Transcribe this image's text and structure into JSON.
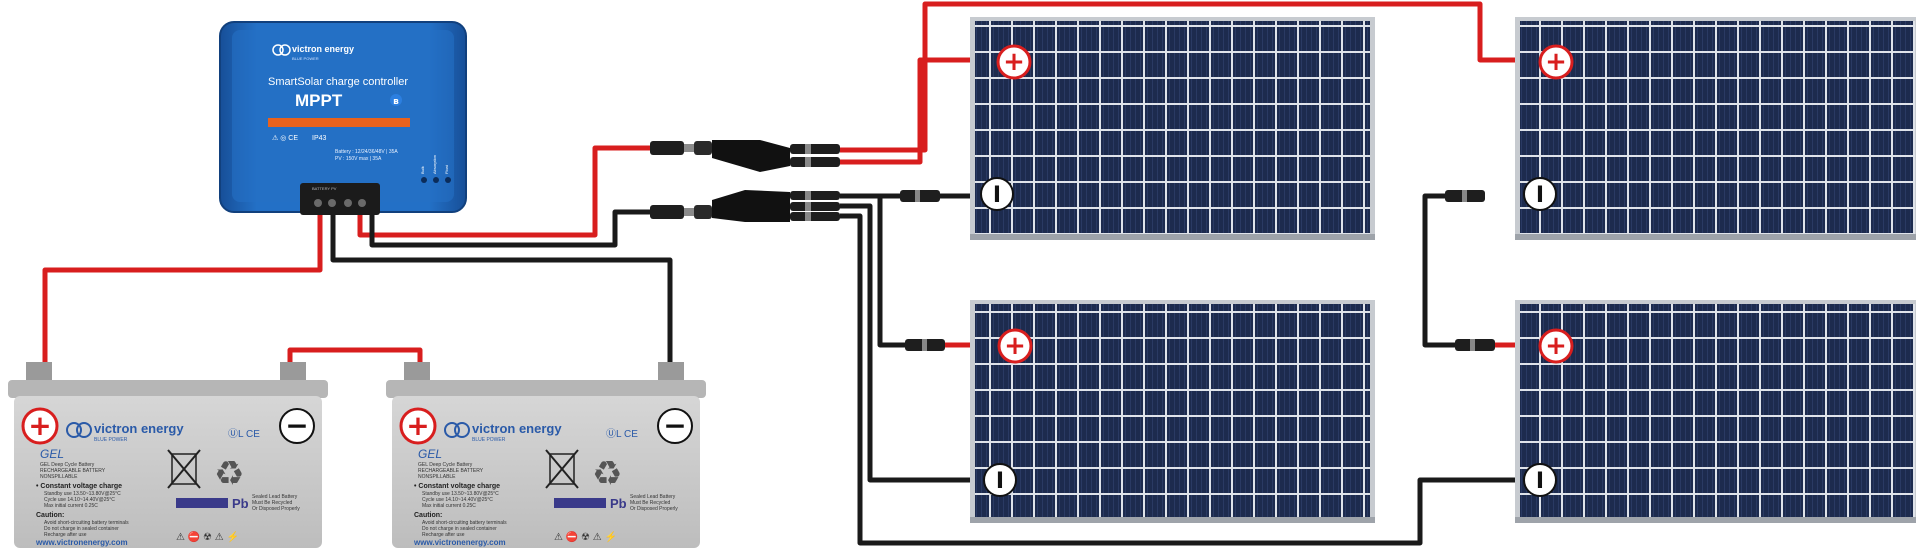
{
  "controller": {
    "brand": "victron energy",
    "brand_sub": "BLUE POWER",
    "product": "SmartSolar charge controller",
    "model": "MPPT",
    "battery_spec": "Battery : 12/24/36/48V | 35A",
    "pv_spec": "PV : 150V max | 35A",
    "ip_rating": "IP43",
    "terminal_label": "BATTERY   PV",
    "led_labels": [
      "Bulk",
      "Absorption",
      "Float"
    ]
  },
  "batteries": [
    {
      "brand": "victron energy",
      "brand_sub": "BLUE POWER",
      "type": "GEL",
      "desc": [
        "GEL Deep Cycle Battery",
        "RECHARGEABLE BATTERY",
        "NONSPILLABLE"
      ],
      "charge_title": "• Constant voltage charge",
      "charge_lines": [
        "Standby use 13.50~13.80V@25°C",
        "Cycle use 14.10~14.40V@25°C",
        "Max initial current 0.25C"
      ],
      "caution_title": "Caution:",
      "caution_lines": [
        "Avoid short-circuiting battery terminals",
        "Do not charge in sealed container",
        "Recharge after use"
      ],
      "pb": "Pb",
      "sealed": [
        "Sealed Lead Battery",
        "Must Be Recycled",
        "Or Disposed Properly"
      ],
      "url": "www.victronenergy.com"
    },
    {
      "brand": "victron energy",
      "brand_sub": "BLUE POWER",
      "type": "GEL",
      "desc": [
        "GEL Deep Cycle Battery",
        "RECHARGEABLE BATTERY",
        "NONSPILLABLE"
      ],
      "charge_title": "• Constant voltage charge",
      "charge_lines": [
        "Standby use 13.50~13.80V@25°C",
        "Cycle use 14.10~14.40V@25°C",
        "Max initial current 0.25C"
      ],
      "caution_title": "Caution:",
      "caution_lines": [
        "Avoid short-circuiting battery terminals",
        "Do not charge in sealed container",
        "Recharge after use"
      ],
      "pb": "Pb",
      "sealed": [
        "Sealed Lead Battery",
        "Must Be Recycled",
        "Or Disposed Properly"
      ],
      "url": "www.victronenergy.com"
    }
  ],
  "symbols": {
    "plus": "+",
    "minus": "−",
    "panel_minus": "I"
  },
  "colors": {
    "positive_wire": "#d81e1e",
    "negative_wire": "#1a1a1a",
    "controller_blue": "#1f63b5",
    "accent_orange": "#e8621e",
    "panel_cell": "#1c2a4c",
    "panel_frame": "#c7cbd0",
    "battery_case": "#c9c9c9"
  }
}
